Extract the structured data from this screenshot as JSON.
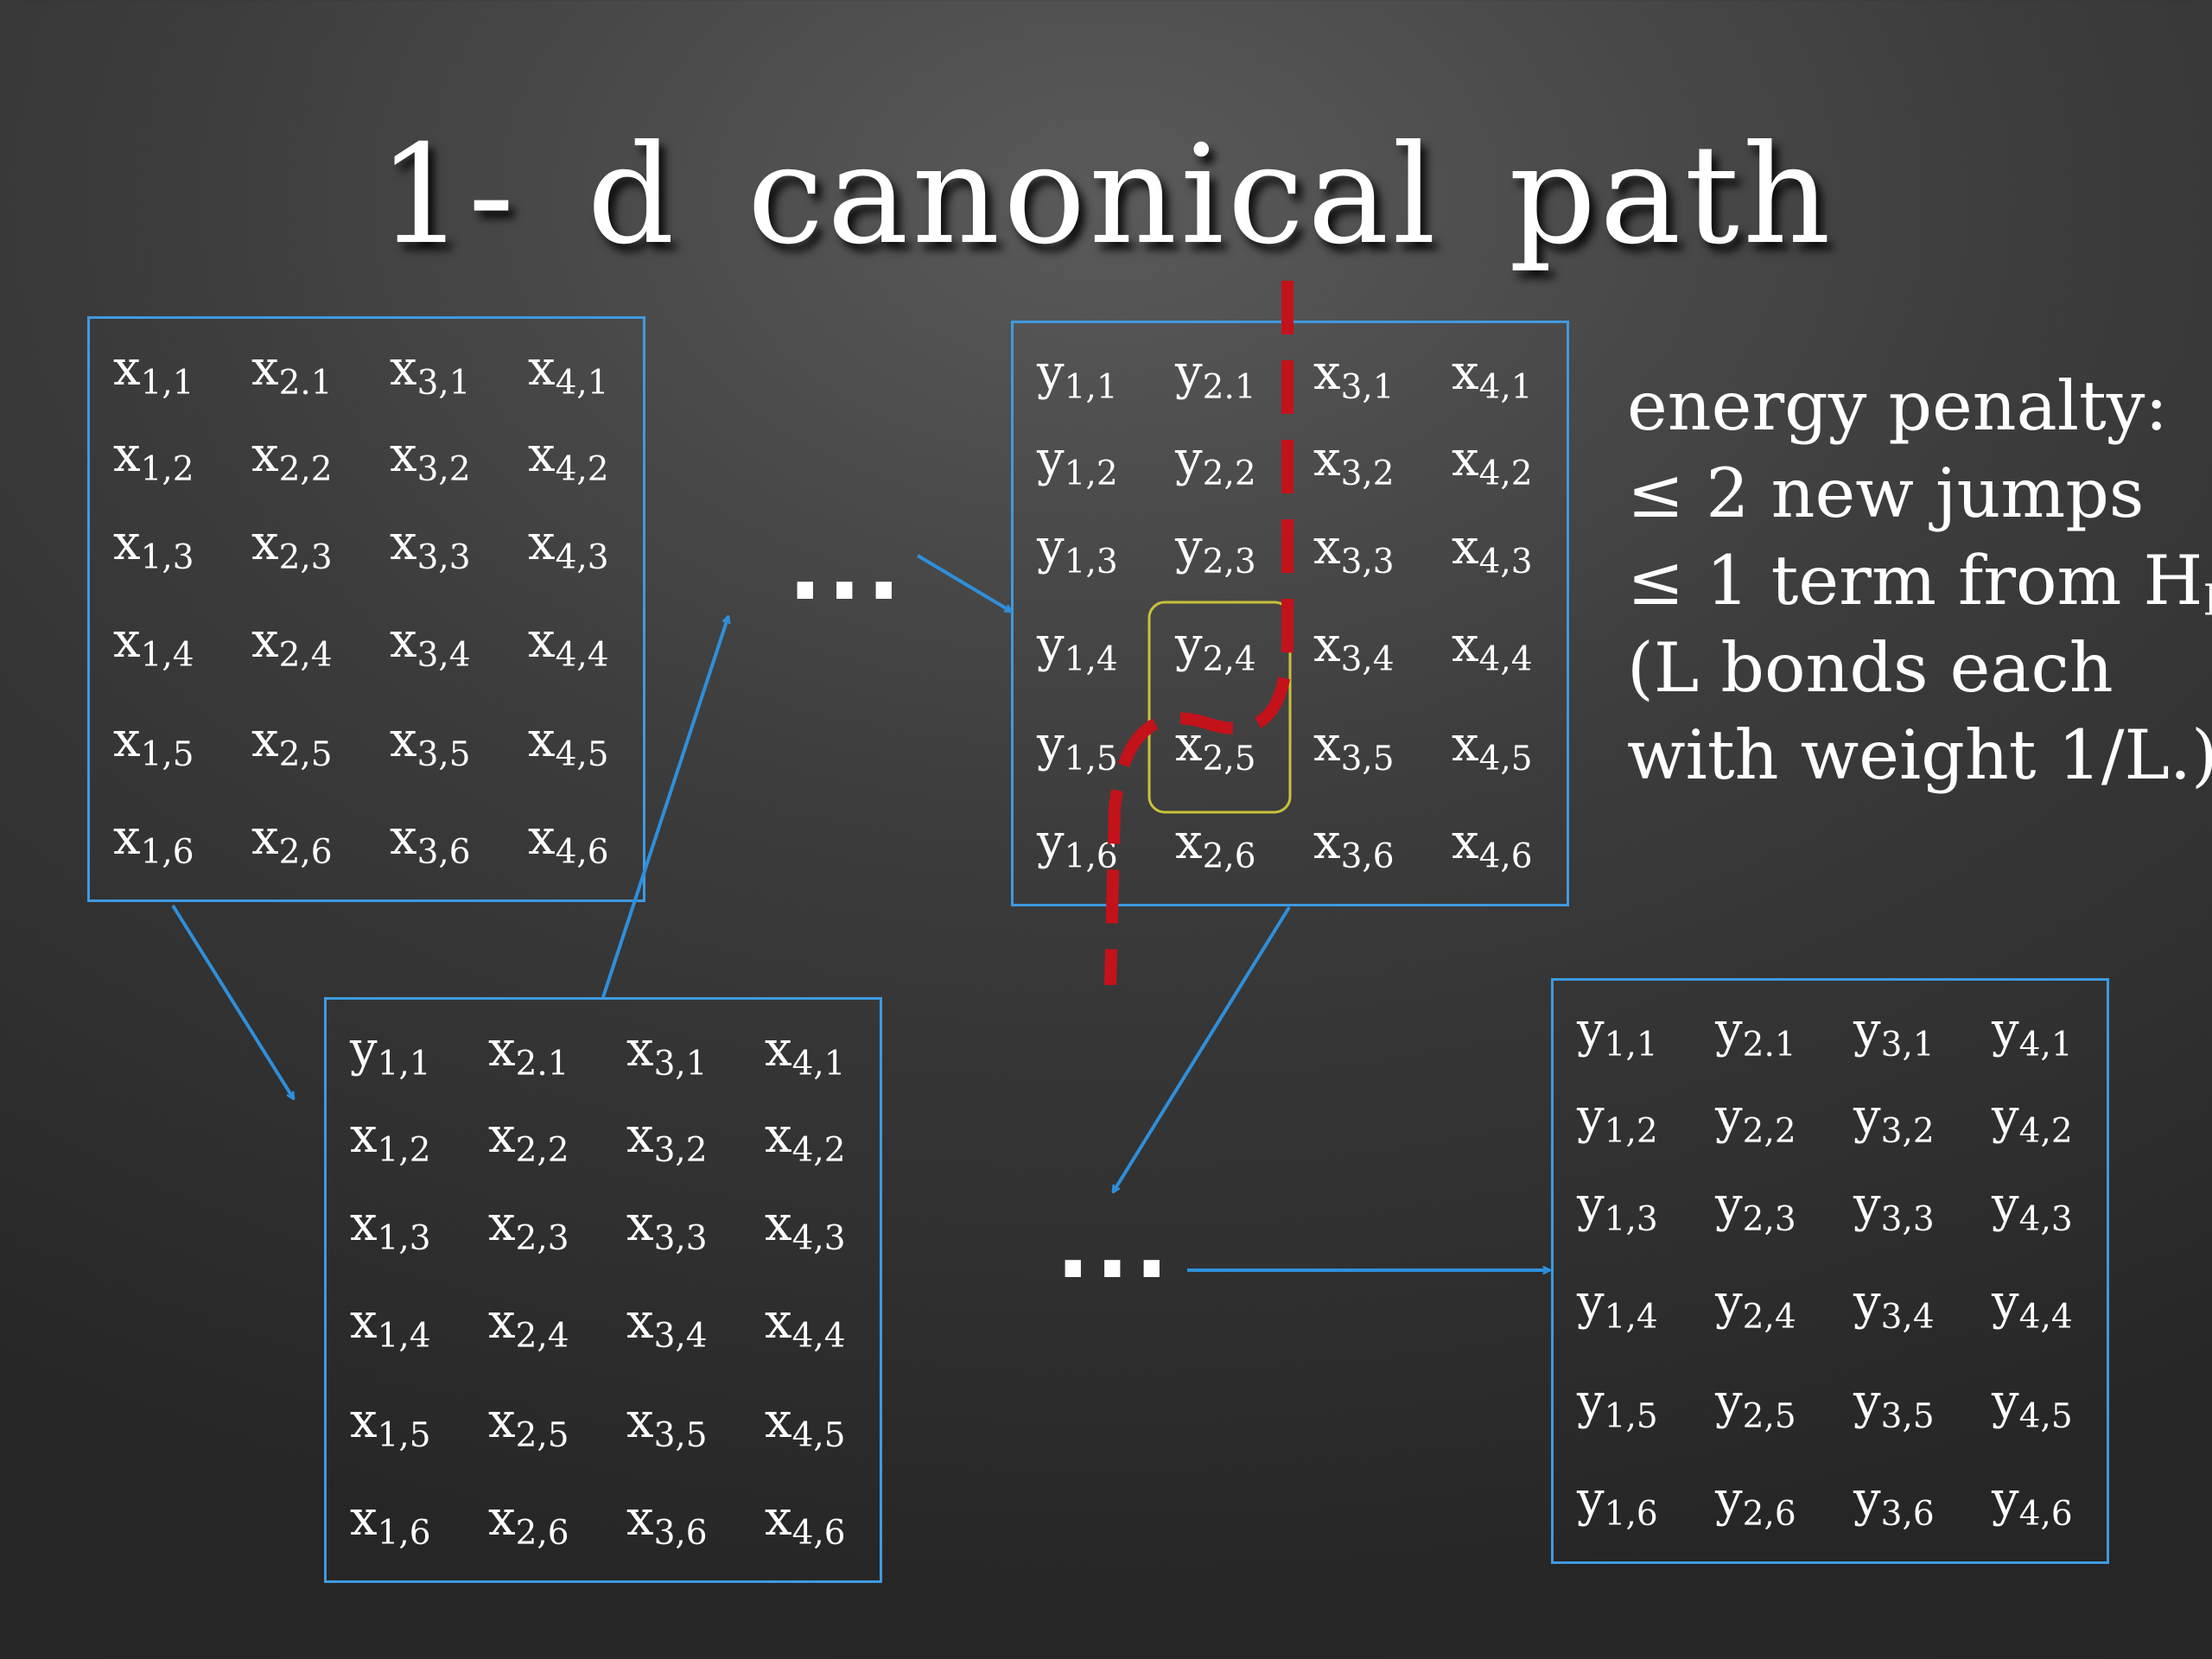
{
  "title": "1- d canonical path",
  "grids": [
    {
      "cells": [
        [
          "x",
          "1,1"
        ],
        [
          "x",
          "2.1"
        ],
        [
          "x",
          "3,1"
        ],
        [
          "x",
          "4,1"
        ],
        [
          "x",
          "1,2"
        ],
        [
          "x",
          "2,2"
        ],
        [
          "x",
          "3,2"
        ],
        [
          "x",
          "4,2"
        ],
        [
          "x",
          "1,3"
        ],
        [
          "x",
          "2,3"
        ],
        [
          "x",
          "3,3"
        ],
        [
          "x",
          "4,3"
        ],
        [
          "x",
          "1,4"
        ],
        [
          "x",
          "2,4"
        ],
        [
          "x",
          "3,4"
        ],
        [
          "x",
          "4,4"
        ],
        [
          "x",
          "1,5"
        ],
        [
          "x",
          "2,5"
        ],
        [
          "x",
          "3,5"
        ],
        [
          "x",
          "4,5"
        ],
        [
          "x",
          "1,6"
        ],
        [
          "x",
          "2,6"
        ],
        [
          "x",
          "3,6"
        ],
        [
          "x",
          "4,6"
        ]
      ]
    },
    {
      "cells": [
        [
          "y",
          "1,1"
        ],
        [
          "x",
          "2.1"
        ],
        [
          "x",
          "3,1"
        ],
        [
          "x",
          "4,1"
        ],
        [
          "x",
          "1,2"
        ],
        [
          "x",
          "2,2"
        ],
        [
          "x",
          "3,2"
        ],
        [
          "x",
          "4,2"
        ],
        [
          "x",
          "1,3"
        ],
        [
          "x",
          "2,3"
        ],
        [
          "x",
          "3,3"
        ],
        [
          "x",
          "4,3"
        ],
        [
          "x",
          "1,4"
        ],
        [
          "x",
          "2,4"
        ],
        [
          "x",
          "3,4"
        ],
        [
          "x",
          "4,4"
        ],
        [
          "x",
          "1,5"
        ],
        [
          "x",
          "2,5"
        ],
        [
          "x",
          "3,5"
        ],
        [
          "x",
          "4,5"
        ],
        [
          "x",
          "1,6"
        ],
        [
          "x",
          "2,6"
        ],
        [
          "x",
          "3,6"
        ],
        [
          "x",
          "4,6"
        ]
      ]
    },
    {
      "cells": [
        [
          "y",
          "1,1"
        ],
        [
          "y",
          "2.1"
        ],
        [
          "x",
          "3,1"
        ],
        [
          "x",
          "4,1"
        ],
        [
          "y",
          "1,2"
        ],
        [
          "y",
          "2,2"
        ],
        [
          "x",
          "3,2"
        ],
        [
          "x",
          "4,2"
        ],
        [
          "y",
          "1,3"
        ],
        [
          "y",
          "2,3"
        ],
        [
          "x",
          "3,3"
        ],
        [
          "x",
          "4,3"
        ],
        [
          "y",
          "1,4"
        ],
        [
          "y",
          "2,4"
        ],
        [
          "x",
          "3,4"
        ],
        [
          "x",
          "4,4"
        ],
        [
          "y",
          "1,5"
        ],
        [
          "x",
          "2,5"
        ],
        [
          "x",
          "3,5"
        ],
        [
          "x",
          "4,5"
        ],
        [
          "y",
          "1,6"
        ],
        [
          "x",
          "2,6"
        ],
        [
          "x",
          "3,6"
        ],
        [
          "x",
          "4,6"
        ]
      ]
    },
    {
      "cells": [
        [
          "y",
          "1,1"
        ],
        [
          "y",
          "2.1"
        ],
        [
          "y",
          "3,1"
        ],
        [
          "y",
          "4,1"
        ],
        [
          "y",
          "1,2"
        ],
        [
          "y",
          "2,2"
        ],
        [
          "y",
          "3,2"
        ],
        [
          "y",
          "4,2"
        ],
        [
          "y",
          "1,3"
        ],
        [
          "y",
          "2,3"
        ],
        [
          "y",
          "3,3"
        ],
        [
          "y",
          "4,3"
        ],
        [
          "y",
          "1,4"
        ],
        [
          "y",
          "2,4"
        ],
        [
          "y",
          "3,4"
        ],
        [
          "y",
          "4,4"
        ],
        [
          "y",
          "1,5"
        ],
        [
          "y",
          "2,5"
        ],
        [
          "y",
          "3,5"
        ],
        [
          "y",
          "4,5"
        ],
        [
          "y",
          "1,6"
        ],
        [
          "y",
          "2,6"
        ],
        [
          "y",
          "3,6"
        ],
        [
          "y",
          "4,6"
        ]
      ]
    }
  ],
  "ellipsis_top": "...",
  "ellipsis_bottom": "...",
  "annotation": {
    "line1": "energy penalty:",
    "line2": "≤ 2 new jumps",
    "line3_main": "≤ 1 term from H",
    "line3_sub": "D",
    "line4": "(L bonds each",
    "line5": "with weight 1/L.)"
  },
  "colors": {
    "box": "#3f9ae0",
    "arrow": "#2f8fdb",
    "cut": "#c4121b",
    "highlight": "#c8c23a"
  }
}
